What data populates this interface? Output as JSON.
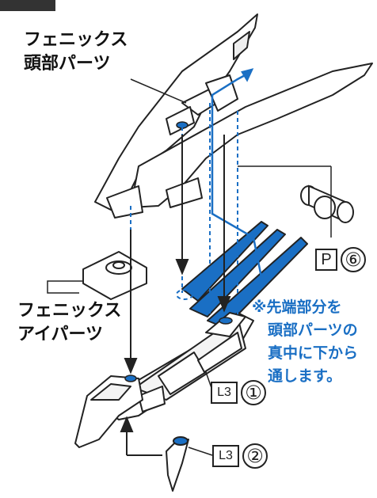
{
  "labels": {
    "phoenix_head_line1": "フェニックス",
    "phoenix_head_line2": "頭部パーツ",
    "phoenix_eye_line1": "フェニックス",
    "phoenix_eye_line2": "アイパーツ",
    "note_line1": "※先端部分を",
    "note_line2": "頭部パーツの",
    "note_line3": "真中に下から",
    "note_line4": "通します。"
  },
  "part_codes": {
    "p6_letter": "P",
    "p6_num": "⑥",
    "l3_1_letter": "L3",
    "l3_1_num": "①",
    "l3_2_letter": "L3",
    "l3_2_num": "②"
  },
  "colors": {
    "accent_blue": "#1a6fc4",
    "line": "#222222"
  }
}
